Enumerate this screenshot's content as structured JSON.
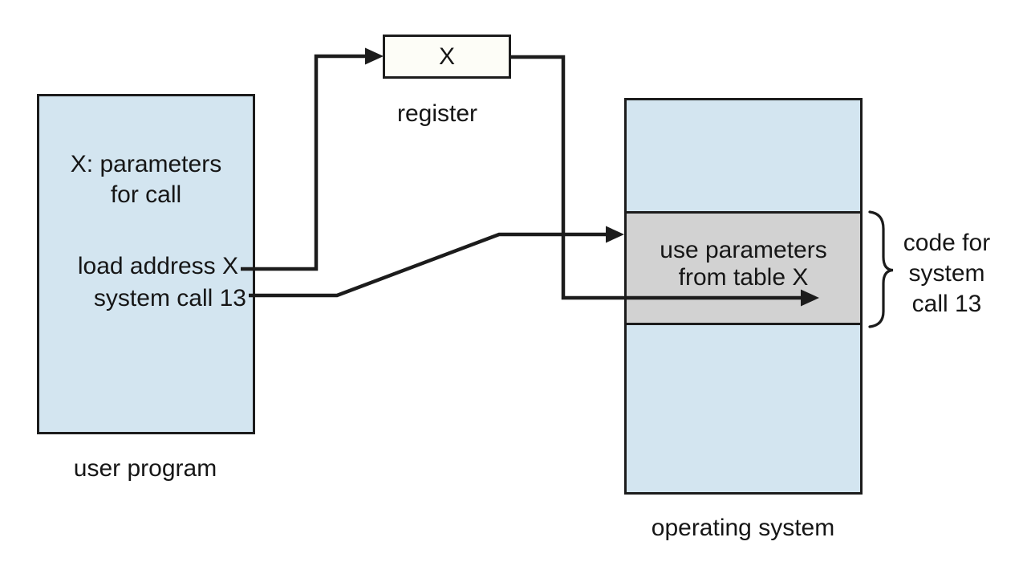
{
  "figure": {
    "register": {
      "value": "X",
      "label": "register"
    },
    "user_program": {
      "label": "user program",
      "note": [
        "X: parameters",
        "for call"
      ],
      "instructions": [
        "load address X",
        "system call 13"
      ]
    },
    "operating_system": {
      "label": "operating system",
      "handler": [
        "use parameters",
        "from table X"
      ],
      "brace_label": [
        "code for",
        "system",
        "call 13"
      ]
    },
    "colors": {
      "box_fill": "#d3e5f0",
      "handler_fill": "#d2d2d2",
      "register_fill": "#fdfdf7",
      "line": "#1c1c1c"
    }
  }
}
